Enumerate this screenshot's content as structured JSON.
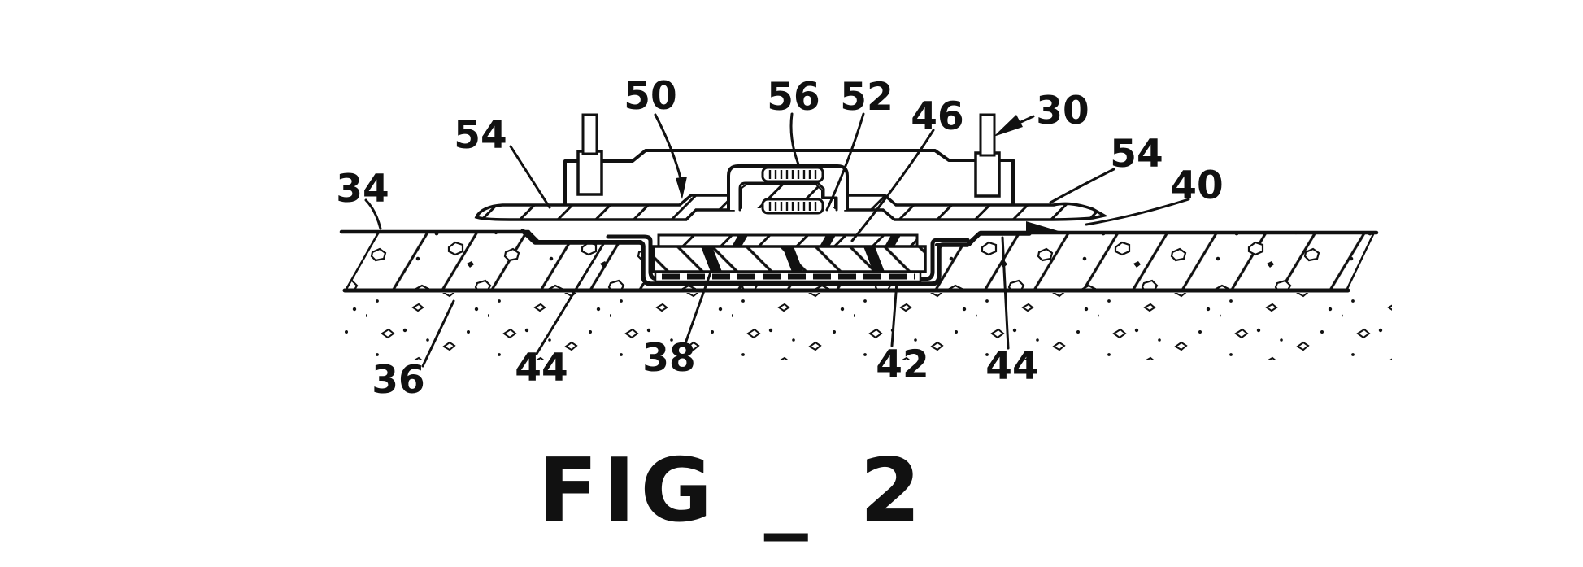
{
  "figure": {
    "caption": "FIG _ 2",
    "ink_color": "#111111",
    "paper_color": "#ffffff",
    "description": "Patent cross-section drawing of roadway sensor assembly embedded in pavement",
    "ref_labels": [
      {
        "id": "34",
        "text": "34"
      },
      {
        "id": "54-left",
        "text": "54"
      },
      {
        "id": "50",
        "text": "50"
      },
      {
        "id": "56",
        "text": "56"
      },
      {
        "id": "52",
        "text": "52"
      },
      {
        "id": "46",
        "text": "46"
      },
      {
        "id": "30",
        "text": "30"
      },
      {
        "id": "54-right",
        "text": "54"
      },
      {
        "id": "40",
        "text": "40"
      },
      {
        "id": "36",
        "text": "36"
      },
      {
        "id": "44-left",
        "text": "44"
      },
      {
        "id": "38",
        "text": "38"
      },
      {
        "id": "42",
        "text": "42"
      },
      {
        "id": "44-right",
        "text": "44"
      }
    ]
  }
}
